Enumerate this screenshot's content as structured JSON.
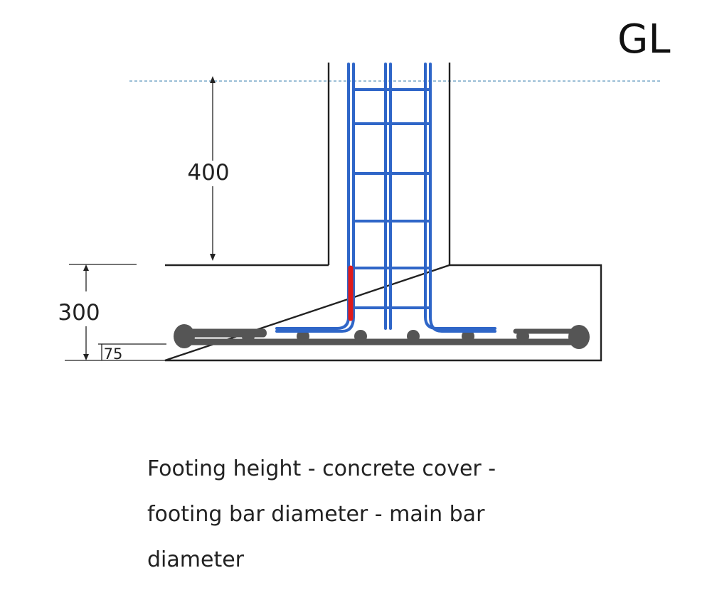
{
  "labels": {
    "ground_level": "GL",
    "column_height": "400",
    "footing_height": "300",
    "cover": "75"
  },
  "caption": {
    "line1": "Footing height - concrete cover -",
    "line2": "footing bar diameter - main bar",
    "line3": "diameter"
  },
  "colors": {
    "outline": "#222222",
    "rebar_blue": "#2f66c8",
    "rebar_red": "#e01919",
    "footing_bar": "#555555",
    "ground_line": "#7aa9c9"
  }
}
